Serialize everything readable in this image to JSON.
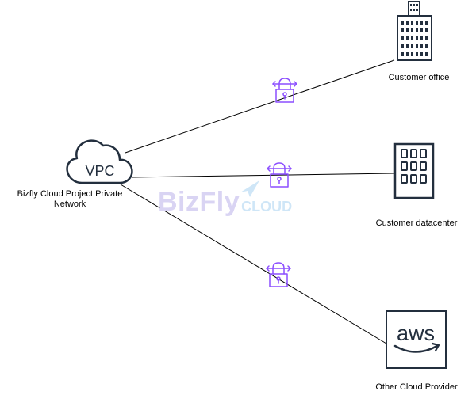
{
  "nodes": {
    "vpc_label": "Bizfly Cloud Project Private Network",
    "vpc_text": "VPC",
    "office_label": "Customer office",
    "datacenter_label": "Customer datacenter",
    "cloud_label": "Other Cloud Provider",
    "aws_text": "aws"
  },
  "watermark": {
    "main": "BizFly",
    "sub": "CLOUD"
  },
  "icons": {
    "vpc": "cloud-icon",
    "office": "office-building-icon",
    "datacenter": "datacenter-building-icon",
    "cloud_provider": "aws-logo-icon",
    "vpn": "vpn-lock-icon"
  },
  "colors": {
    "vpn_icon": "#8c4fff",
    "line": "#000000",
    "watermark": "#d9d4f3",
    "watermark_sub": "#cfe6f7"
  }
}
